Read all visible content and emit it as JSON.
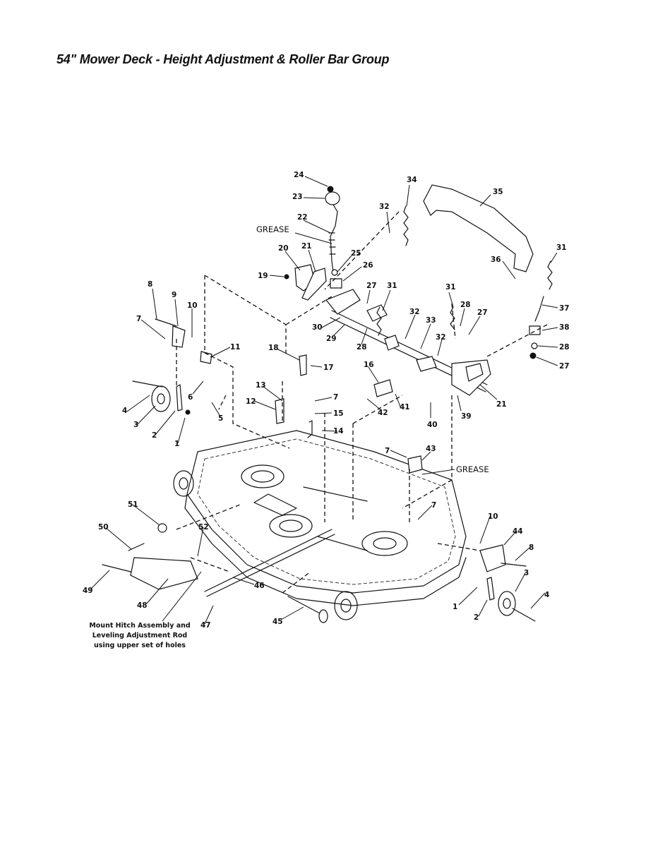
{
  "title": "54\" Mower Deck - Height Adjustment & Roller Bar Group",
  "grease_labels": [
    "GREASE",
    "GREASE"
  ],
  "note_lines": [
    "Mount Hitch Assembly and",
    "Leveling Adjustment Rod",
    "using upper set of holes"
  ],
  "callouts": [
    "24",
    "23",
    "34",
    "35",
    "32",
    "22",
    "GREASE",
    "20",
    "21",
    "25",
    "19",
    "26",
    "31",
    "36",
    "8",
    "9",
    "10",
    "27",
    "31",
    "31",
    "37",
    "28",
    "27",
    "32",
    "33",
    "7",
    "30",
    "29",
    "28",
    "38",
    "11",
    "18",
    "32",
    "28",
    "17",
    "16",
    "27",
    "21",
    "13",
    "39",
    "6",
    "41",
    "12",
    "7",
    "42",
    "40",
    "15",
    "4",
    "3",
    "5",
    "14",
    "2",
    "1",
    "7",
    "43",
    "51",
    "7",
    "50",
    "10",
    "52",
    "44",
    "8",
    "46",
    "3",
    "49",
    "48",
    "1",
    "4",
    "2",
    "47",
    "45"
  ]
}
